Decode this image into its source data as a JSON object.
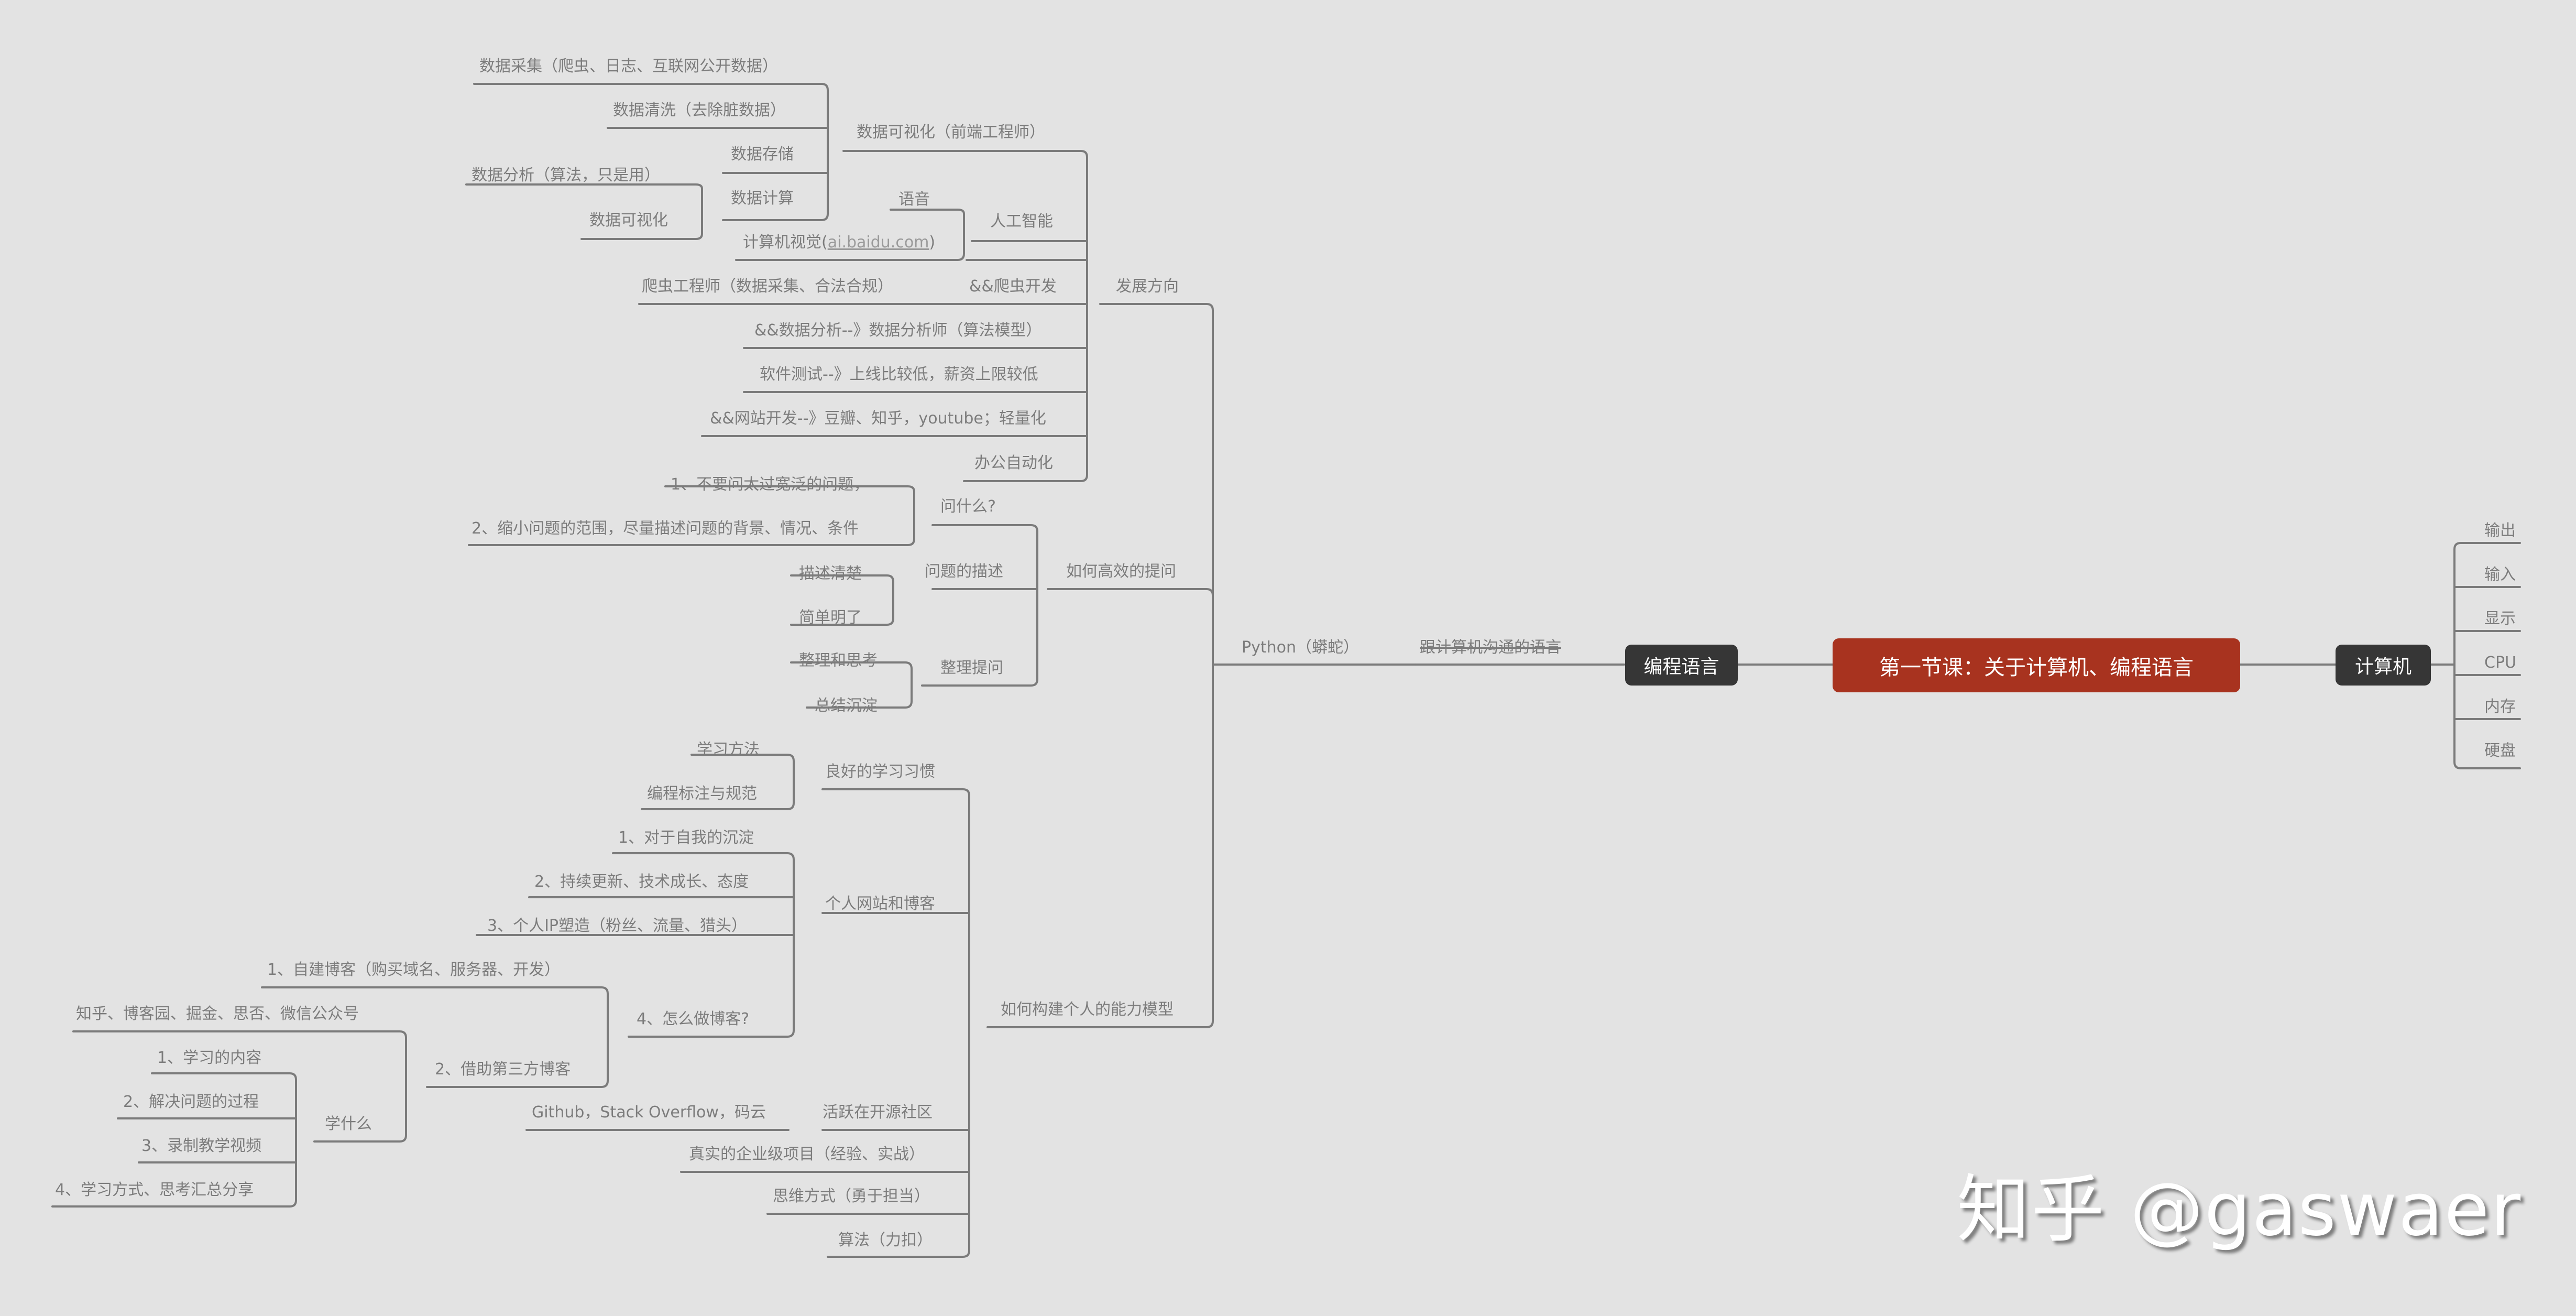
{
  "center": {
    "title": "第一节课：关于计算机、编程语言"
  },
  "computer": {
    "title": "计算机",
    "children": [
      "输出",
      "输入",
      "显示",
      "CPU",
      "内存",
      "硬盘"
    ]
  },
  "language": {
    "title": "编程语言",
    "definition": "跟计算机沟通的语言",
    "python": "Python（蟒蛇）"
  },
  "direction": {
    "title": "发展方向",
    "visual": "数据可视化（前端工程师）",
    "visual_children": [
      "数据采集（爬虫、日志、互联网公开数据）",
      "数据清洗（去除脏数据）",
      "数据存储",
      "数据计算"
    ],
    "calc_children": [
      "数据分析（算法，只是用）",
      "数据可视化"
    ],
    "ai": "人工智能",
    "ai_children": [
      "语音"
    ],
    "cv_prefix": "计算机视觉(",
    "cv_link": "ai.baidu.com",
    "cv_suffix": ")",
    "spider": "&&爬虫开发",
    "spider_child": "爬虫工程师（数据采集、合法合规）",
    "analysis": "&&数据分析--》数据分析师（算法模型）",
    "testing": "软件测试--》上线比较低，薪资上限较低",
    "web": "&&网站开发--》豆瓣、知乎，youtube；轻量化",
    "office": "办公自动化"
  },
  "asking": {
    "title": "如何高效的提问",
    "what": "问什么?",
    "what_children": [
      "1、不要问太过宽泛的问题，",
      "2、缩小问题的范围，尽量描述问题的背景、情况、条件"
    ],
    "describe": "问题的描述",
    "describe_children": [
      "描述清楚",
      "简单明了"
    ],
    "organize": "整理提问",
    "organize_children": [
      "整理和思考",
      "总结沉淀"
    ]
  },
  "ability": {
    "title": "如何构建个人的能力模型",
    "habits": "良好的学习习惯",
    "habits_children": [
      "学习方法",
      "编程标注与规范"
    ],
    "blog": "个人网站和博客",
    "blog_children": [
      "1、对于自我的沉淀",
      "2、持续更新、技术成长、态度",
      "3、个人IP塑造（粉丝、流量、猎头）"
    ],
    "how_blog": "4、怎么做博客?",
    "how_blog_children": [
      "1、自建博客（购买域名、服务器、开发）",
      "2、借助第三方博客"
    ],
    "third_party": "知乎、博客园、掘金、思否、微信公众号",
    "learn_what": "学什么",
    "learn_children": [
      "1、学习的内容",
      "2、解决问题的过程",
      "3、录制教学视频",
      "4、学习方式、思考汇总分享"
    ],
    "opensource": "活跃在开源社区",
    "opensource_child": "Github，Stack Overflow，码云",
    "project": "真实的企业级项目（经验、实战）",
    "thinking": "思维方式（勇于担当）",
    "algorithm": "算法（力扣）"
  },
  "watermark": "知乎 @gaswaer"
}
